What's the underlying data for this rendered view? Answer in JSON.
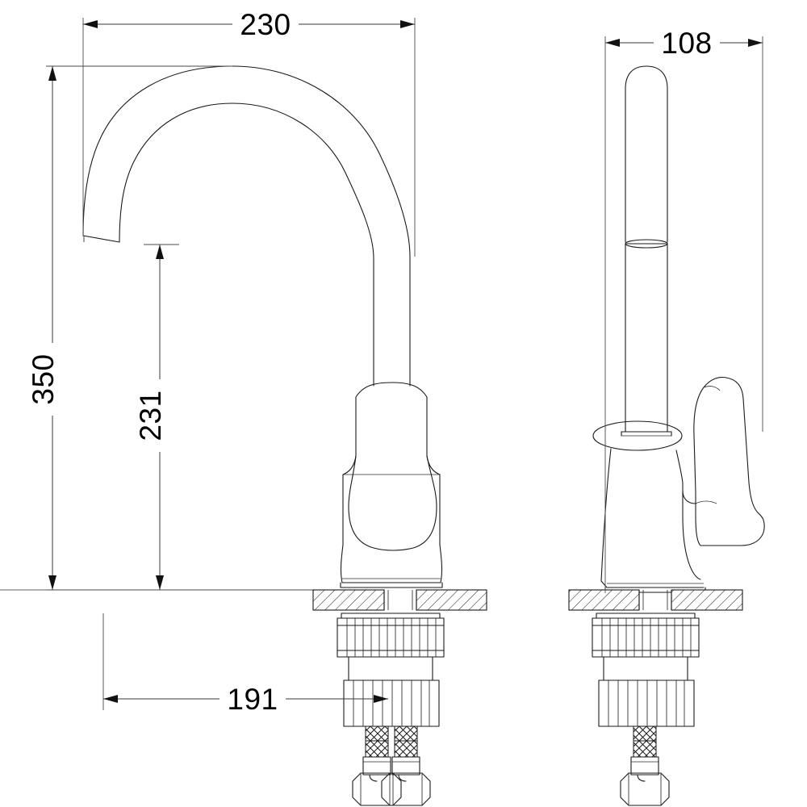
{
  "drawing": {
    "title": "Kitchen mixer tap dimensional drawing",
    "units": "mm",
    "background_color": "#ffffff",
    "line_color": "#1a1a1a",
    "views": [
      {
        "name": "front-view",
        "label": ""
      },
      {
        "name": "side-view",
        "label": ""
      }
    ]
  },
  "dimensions": {
    "spout_reach": {
      "value": "230",
      "orientation": "horizontal",
      "view": "front-view"
    },
    "total_height": {
      "value": "350",
      "orientation": "vertical",
      "view": "front-view"
    },
    "spout_outlet_height": {
      "value": "231",
      "orientation": "vertical",
      "view": "front-view"
    },
    "hose_projection": {
      "value": "191",
      "orientation": "horizontal",
      "view": "front-view"
    },
    "handle_depth": {
      "value": "108",
      "orientation": "horizontal",
      "view": "side-view"
    }
  },
  "parts": {
    "spout": "gooseneck-spout",
    "body": "faucet-body",
    "handle": "lever-handle",
    "counter": "countertop-section",
    "mount_nut": "mounting-nut",
    "lock_nut": "lock-nut",
    "hoses": "braided-supply-hoses",
    "hex_nuts": "hex-connector-nuts"
  }
}
